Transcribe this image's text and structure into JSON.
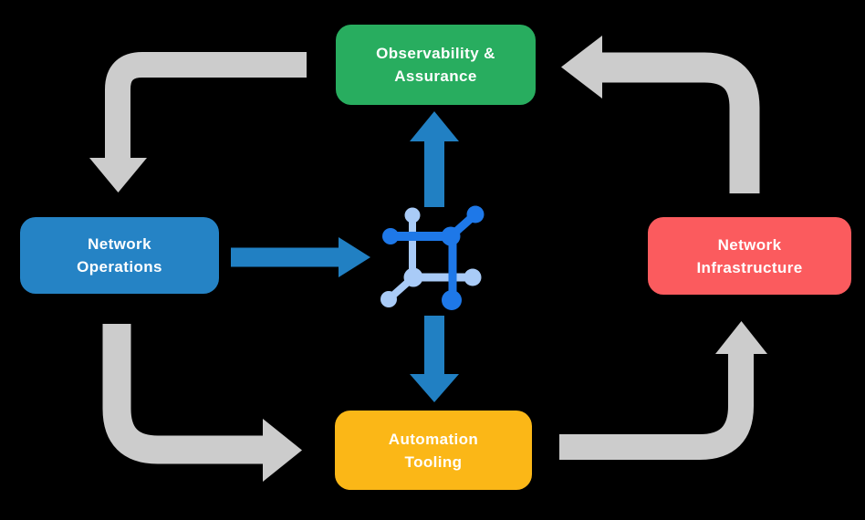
{
  "background": "#000000",
  "text_color": "#FFFFFF",
  "nodes": {
    "observability": {
      "label": "Observability &\nAssurance",
      "color": "#28AD5F"
    },
    "network_operations": {
      "label": "Network\nOperations",
      "color": "#2583C5"
    },
    "network_infrastructure": {
      "label": "Network\nInfrastructure",
      "color": "#FB5B5E"
    },
    "automation_tooling": {
      "label": "Automation\nTooling",
      "color": "#FBB717"
    }
  },
  "arrows": {
    "cycle_color": "#CCCCCC",
    "flow_color": "#2180C3"
  },
  "icon": {
    "name": "network-hub-icon",
    "dark_blue": "#1E78E8",
    "light_blue": "#A9CBF7"
  }
}
